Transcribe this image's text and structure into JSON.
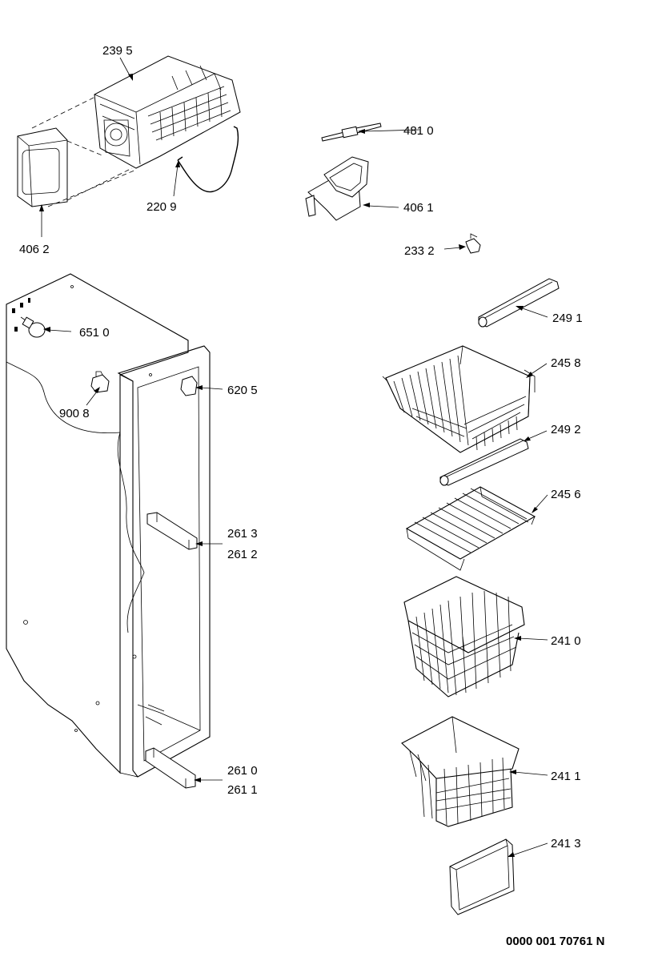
{
  "callouts": [
    {
      "key": "icemaker",
      "label": "239 5"
    },
    {
      "key": "ice_bin_front",
      "label": "406 2"
    },
    {
      "key": "feeler_arm",
      "label": "220 9"
    },
    {
      "key": "clip",
      "label": "481 0"
    },
    {
      "key": "bracket",
      "label": "406 1"
    },
    {
      "key": "small_clip",
      "label": "233 2"
    },
    {
      "key": "lamp",
      "label": "651 0"
    },
    {
      "key": "switch_small",
      "label": "900 8"
    },
    {
      "key": "door_switch",
      "label": "620 5"
    },
    {
      "key": "rail_upper_a",
      "label": "261 3"
    },
    {
      "key": "rail_upper_b",
      "label": "261 2"
    },
    {
      "key": "rail_lower_a",
      "label": "261 0"
    },
    {
      "key": "rail_lower_b",
      "label": "261 1"
    },
    {
      "key": "shelf_trim_top",
      "label": "249 1"
    },
    {
      "key": "basket_top",
      "label": "245 8"
    },
    {
      "key": "shelf_trim_mid",
      "label": "249 2"
    },
    {
      "key": "wire_shelf",
      "label": "245 6"
    },
    {
      "key": "basket_deep",
      "label": "241 0"
    },
    {
      "key": "basket_tilt",
      "label": "241 1"
    },
    {
      "key": "basket_front",
      "label": "241 3"
    }
  ],
  "document_number": "0000 001 70761 N"
}
